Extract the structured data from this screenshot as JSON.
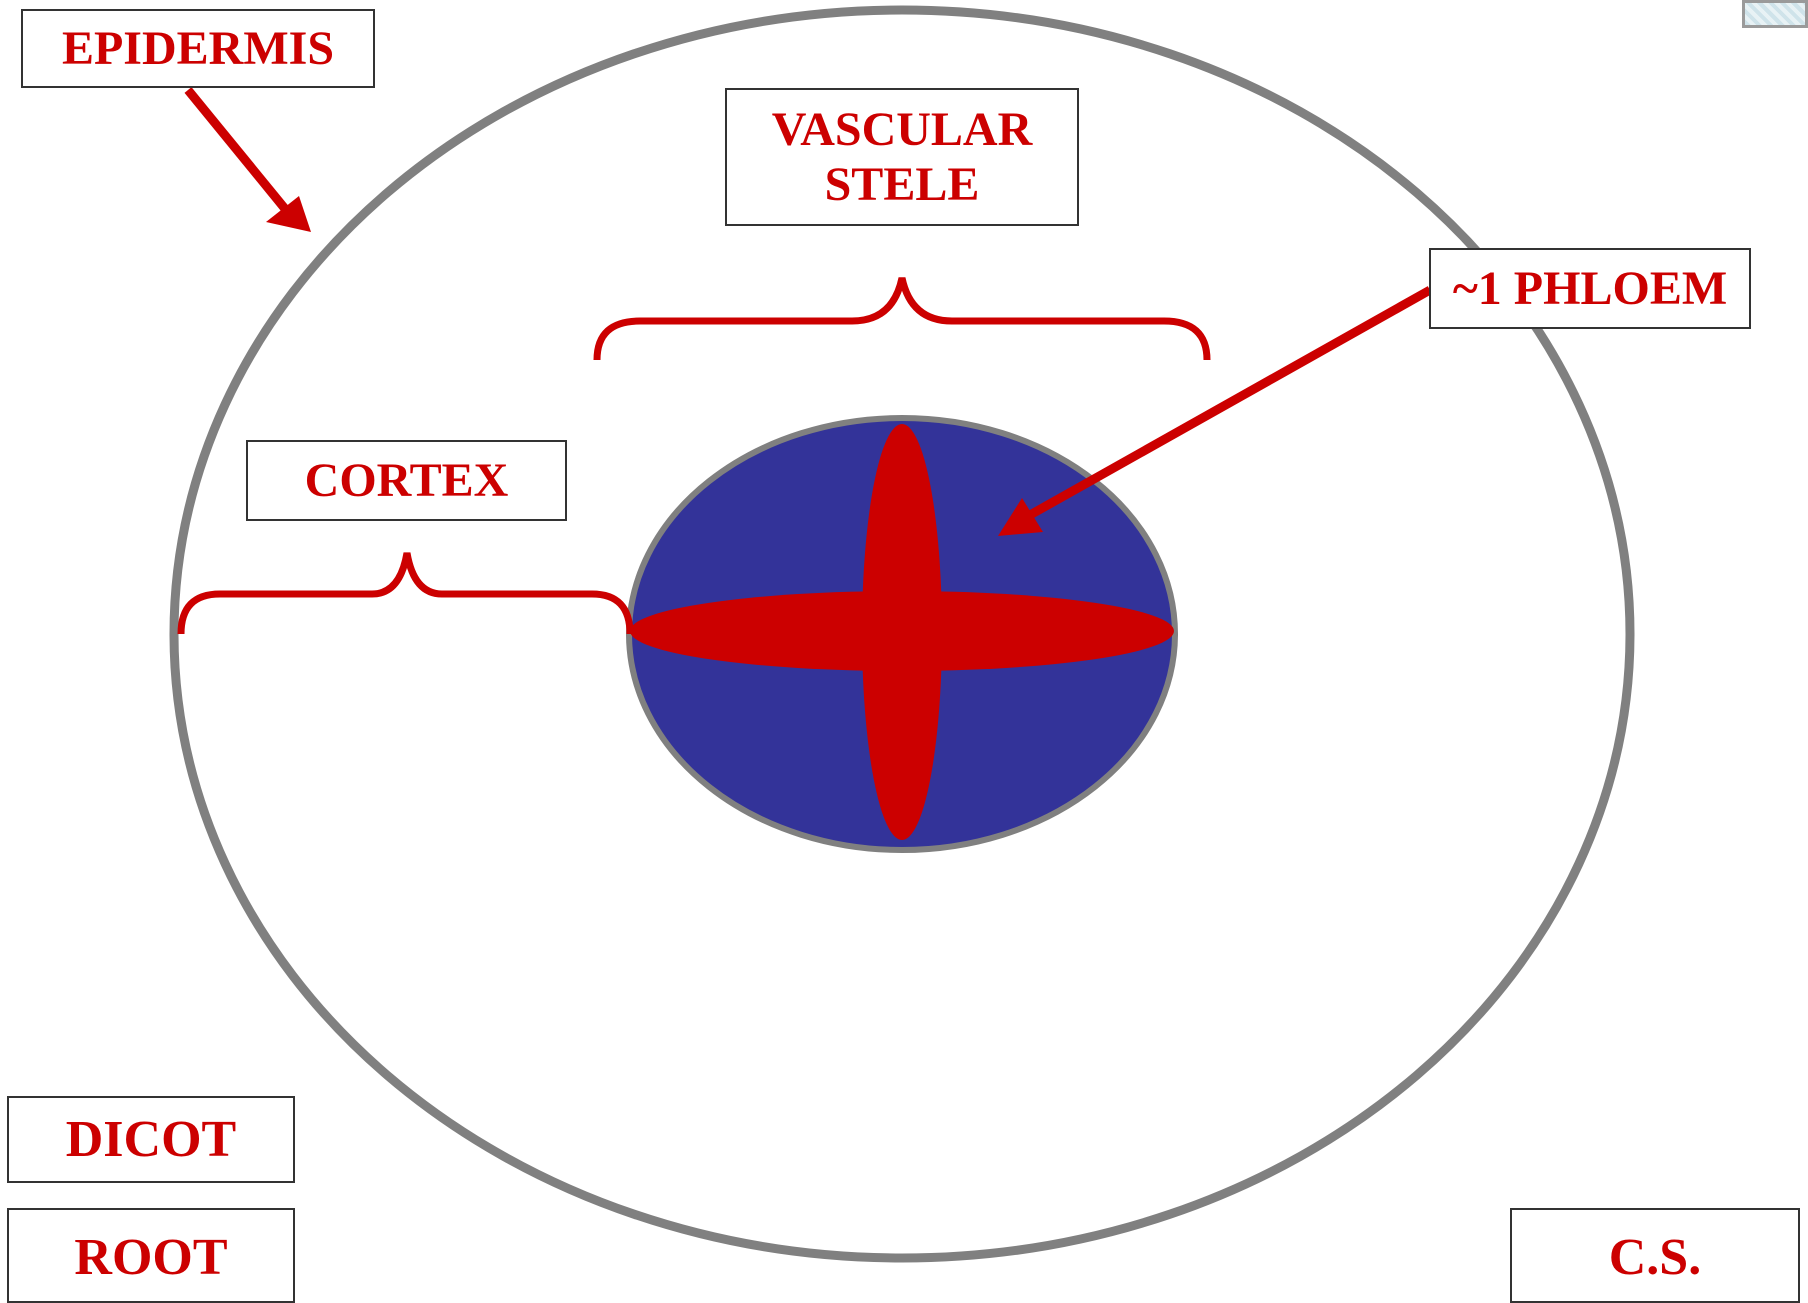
{
  "labels": {
    "epidermis": "EPIDERMIS",
    "vascular_line1": "VASCULAR",
    "vascular_line2": "STELE",
    "phloem": "~1 PHLOEM",
    "cortex": "CORTEX",
    "dicot": "DICOT",
    "root": "ROOT",
    "cs": "C.S."
  },
  "colors": {
    "label_text": "#cc0000",
    "arrow": "#cc0000",
    "xylem": "#cc0000",
    "stele_fill": "#333399",
    "outline": "#808080",
    "box_border": "#333333"
  },
  "icons": {
    "thumbnail": "slide-thumbnail-icon"
  }
}
